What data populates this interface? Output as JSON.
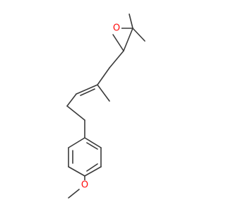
{
  "structure": {
    "atoms": {
      "epoxide_oxygen": {
        "symbol": "O",
        "color": "#ff0d0d"
      },
      "methoxy_oxygen": {
        "symbol": "O",
        "color": "#ff0d0d"
      }
    },
    "bond_color": "#3a3a3a",
    "rings": [
      "epoxide",
      "benzene"
    ],
    "double_bond": "E-alkene"
  }
}
